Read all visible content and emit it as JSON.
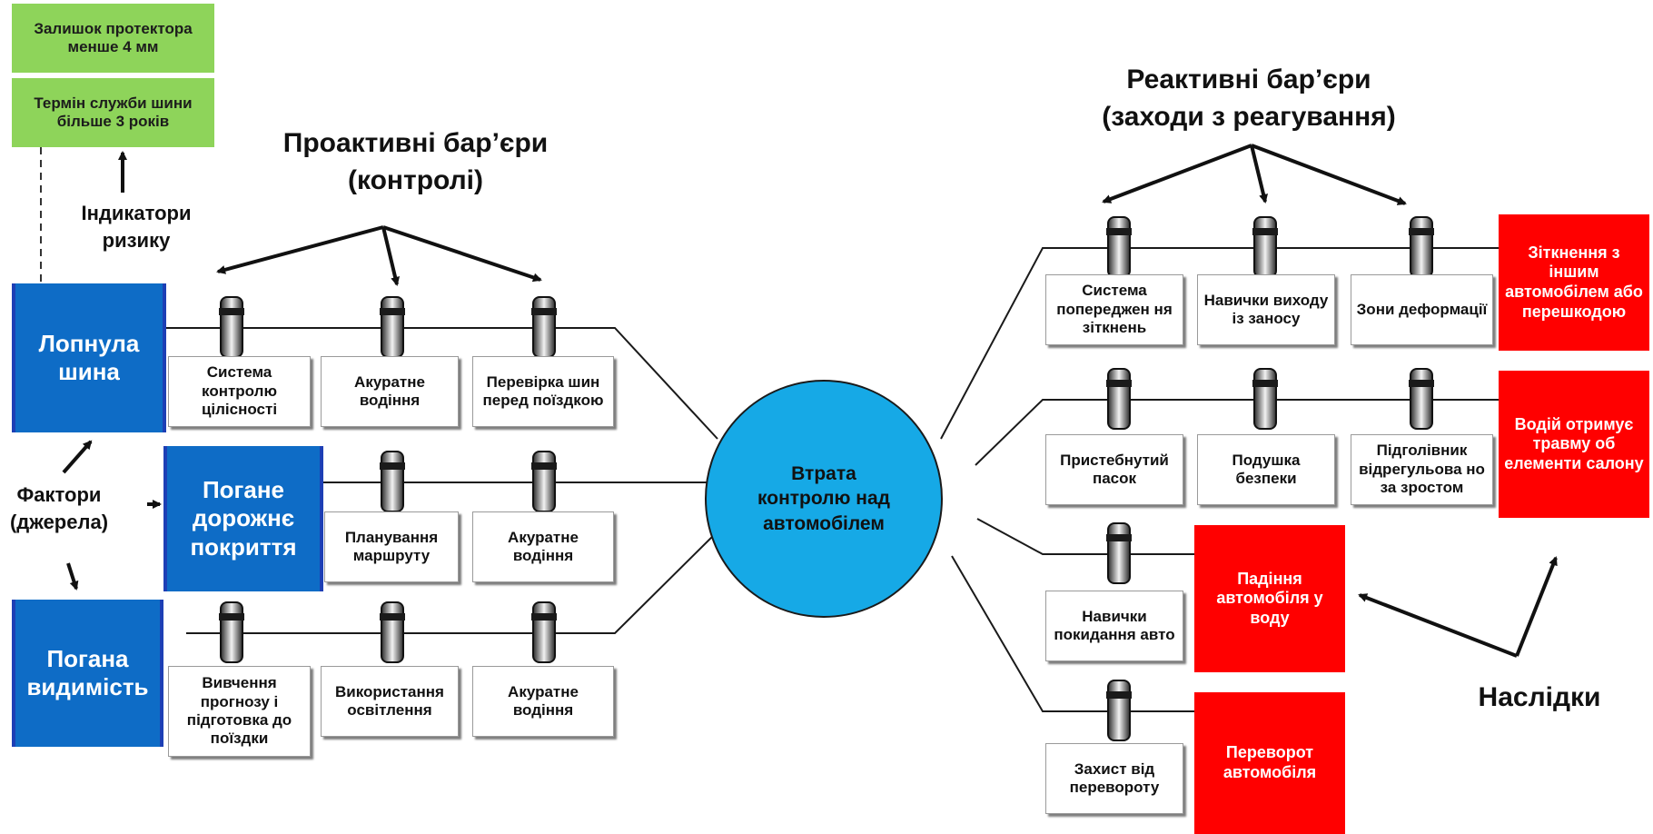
{
  "headings": {
    "proactive": "Проактивні бар’єри (контролі)",
    "reactive": "Реактивні бар’єри (заходи з реагування)",
    "risk_indicators": "Індикатори ризику",
    "factors": "Фактори (джерела)",
    "consequences": "Наслідки"
  },
  "indicators": [
    "Залишок протектора менше 4 мм",
    "Термін служби шини більше 3 років"
  ],
  "sources": [
    "Лопнула шина",
    "Погане дорожнє покриття",
    "Погана видимість"
  ],
  "top_event": "Втрата контролю над автомобілем",
  "proactive_barriers": {
    "row1": [
      "Система контролю цілісності",
      "Акуратне водіння",
      "Перевірка шин перед поїздкою"
    ],
    "row2": [
      "Планування маршруту",
      "Акуратне водіння"
    ],
    "row3": [
      "Вивчення прогнозу і підготовка до поїздки",
      "Використання освітлення",
      "Акуратне водіння"
    ]
  },
  "reactive_barriers": {
    "row1": [
      "Система попереджен ня зіткнень",
      "Навички виходу із заносу",
      "Зони деформації"
    ],
    "row2": [
      "Пристебнутий пасок",
      "Подушка безпеки",
      "Підголівник відрегульова но за зростом"
    ],
    "row3": [
      "Навички покидання авто"
    ],
    "row4": [
      "Захист від перевороту"
    ]
  },
  "consequences_list": [
    "Зіткнення з іншим автомобілем або перешкодою",
    "Водій отримує травму об елементи салону",
    "Падіння автомобіля у воду",
    "Переворот автомобіля"
  ],
  "colors": {
    "source_blue": "#0e6cc6",
    "indicator_green": "#8ed45a",
    "top_event_blue": "#16a9e6",
    "consequence_red": "#ff0000"
  }
}
